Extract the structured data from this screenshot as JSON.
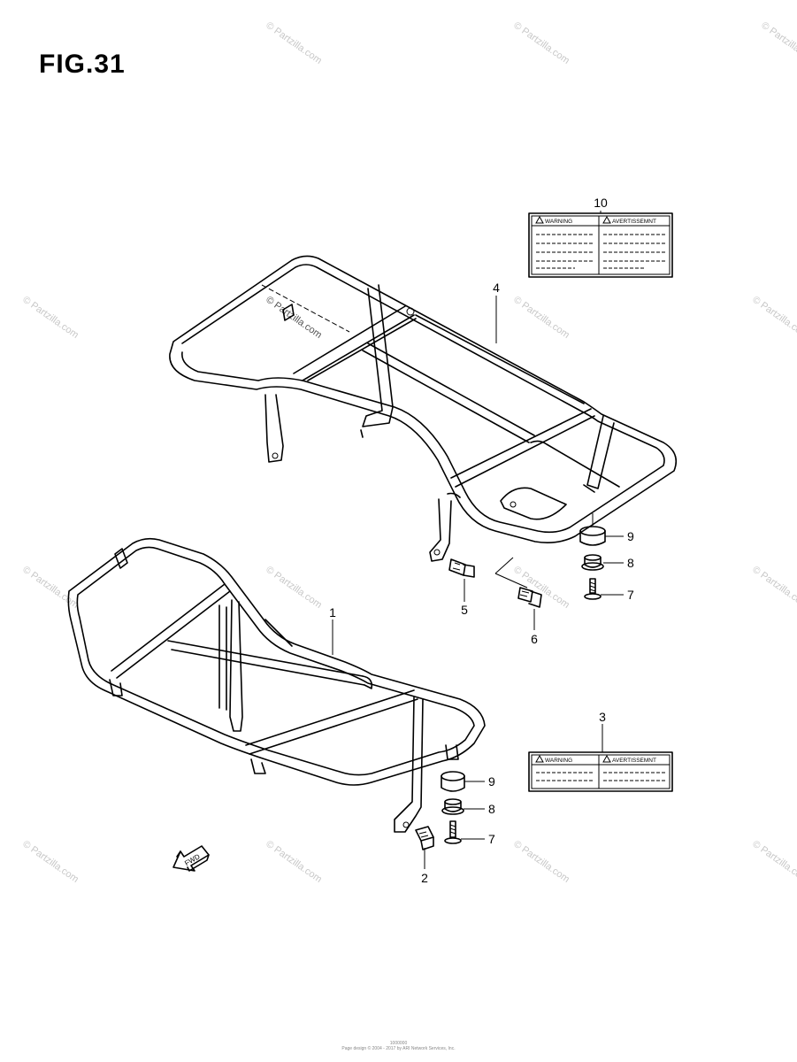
{
  "figure_title": "FIG.31",
  "callouts": {
    "p1": "1",
    "p2": "2",
    "p3": "3",
    "p4": "4",
    "p5": "5",
    "p6": "6",
    "p7a": "7",
    "p7b": "7",
    "p8a": "8",
    "p8b": "8",
    "p9a": "9",
    "p9b": "9",
    "p10": "10"
  },
  "warning_label": {
    "left": "WARNING",
    "right": "AVERTISSEMNT"
  },
  "fwd_arrow_text": "FWD",
  "watermark_text": "© Partzilla.com",
  "footer": {
    "code": "1000000",
    "copyright": "Page design © 2004 - 2017 by ARI Network Services, Inc."
  }
}
